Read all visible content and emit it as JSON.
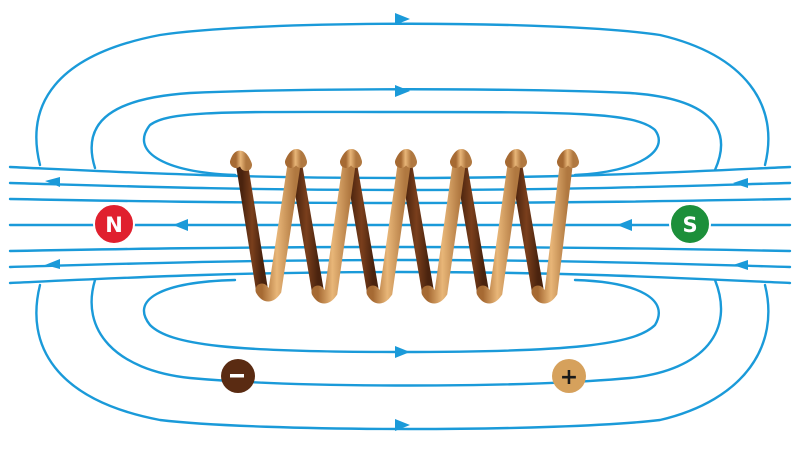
{
  "poles": {
    "north": {
      "label": "N",
      "color": "#e0202e"
    },
    "south": {
      "label": "S",
      "color": "#1c8f3a"
    }
  },
  "terminals": {
    "negative": {
      "label": "-",
      "color": "#5a2b12"
    },
    "positive": {
      "label": "+",
      "color": "#d6a15c"
    }
  },
  "colors": {
    "field_lines": "#1a9ad9",
    "coil_copper": "#c9914f",
    "coil_dark": "#5a2e14"
  },
  "coil": {
    "turns": 6
  },
  "field": {
    "direction": "south-to-north"
  }
}
